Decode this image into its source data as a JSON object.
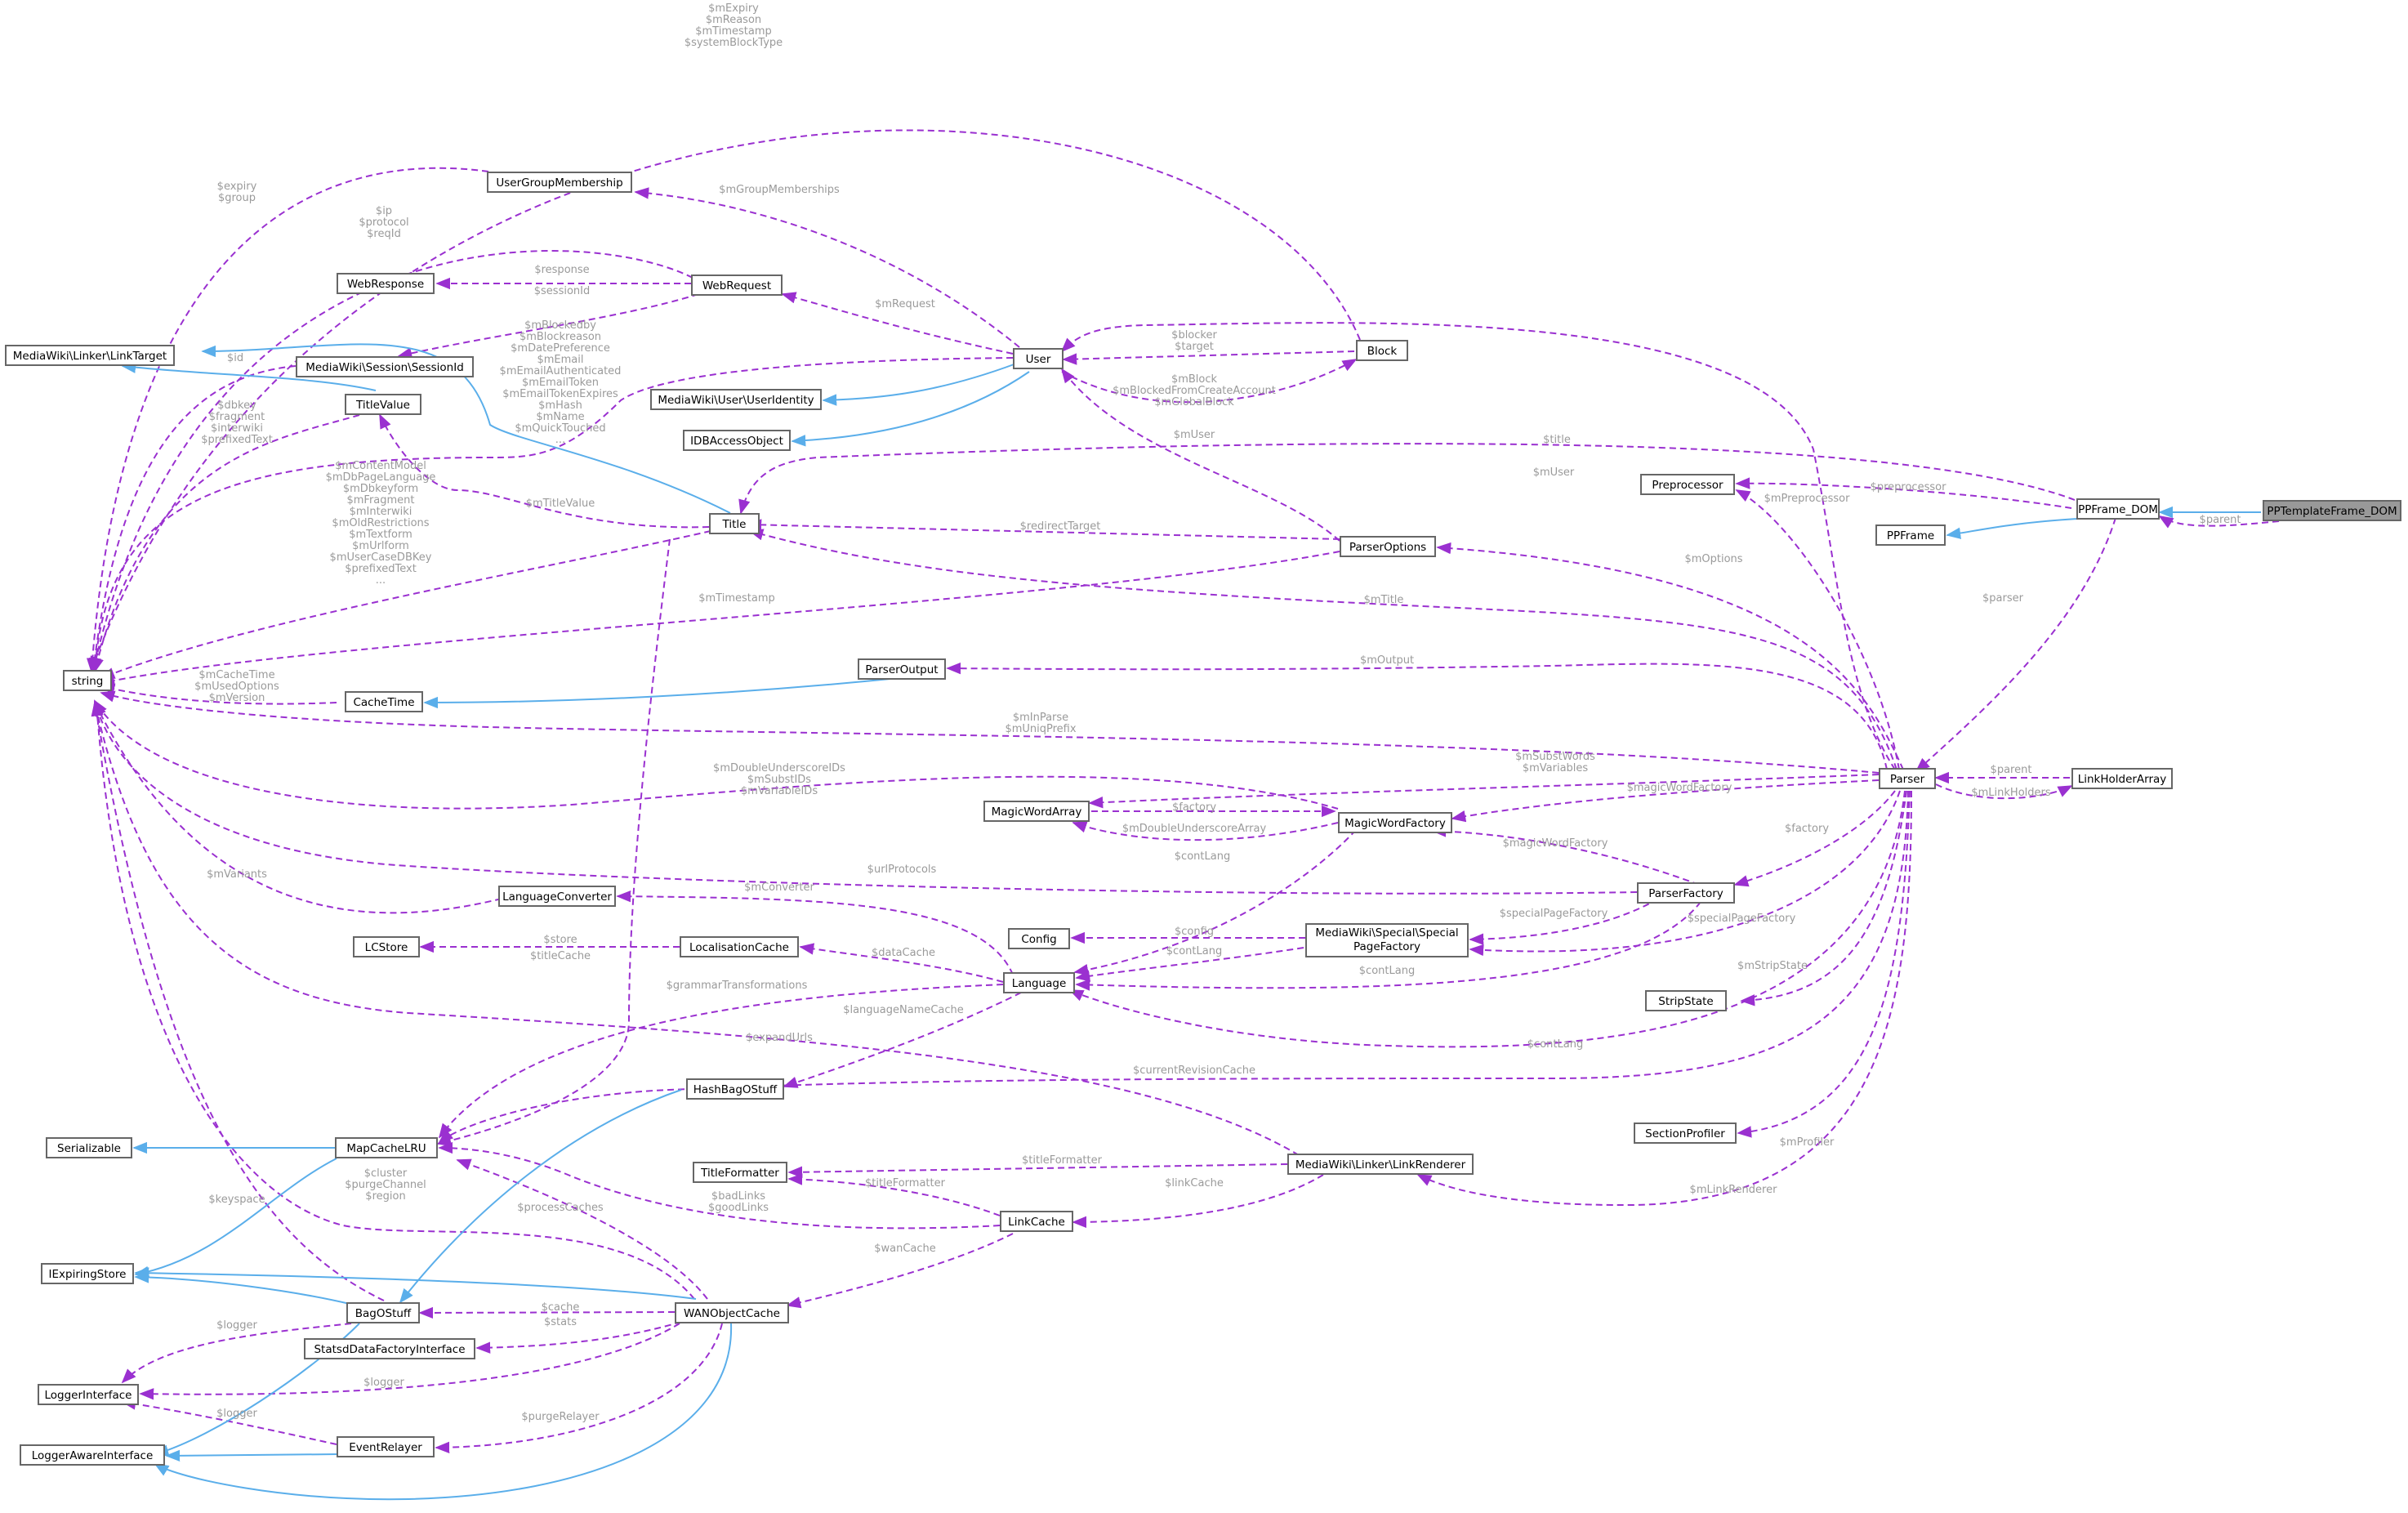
{
  "colors": {
    "dependency_edge": "#9a30d0",
    "inheritance_edge": "#5aaeea",
    "node_border": "#666666",
    "focus_node_fill": "#999999",
    "edge_label": "#9a9a9a"
  },
  "nodes": {
    "string": "string",
    "linktarget": "MediaWiki\\Linker\\LinkTarget",
    "usergroupmembership": "UserGroupMembership",
    "webresponse": "WebResponse",
    "webrequest": "WebRequest",
    "sessionid": "MediaWiki\\Session\\SessionId",
    "titlevalue": "TitleValue",
    "useridentity": "MediaWiki\\User\\UserIdentity",
    "user": "User",
    "block": "Block",
    "idbaccessobject": "IDBAccessObject",
    "title": "Title",
    "parseroptions": "ParserOptions",
    "preprocessor": "Preprocessor",
    "ppframe_dom": "PPFrame_DOM",
    "pptemplateframe_dom": "PPTemplateFrame_DOM",
    "ppframe": "PPFrame",
    "parseroutput": "ParserOutput",
    "cachetime": "CacheTime",
    "parser": "Parser",
    "linkholderarray": "LinkHolderArray",
    "magicwordarray": "MagicWordArray",
    "magicwordfactory": "MagicWordFactory",
    "parserfactory": "ParserFactory",
    "languageconverter": "LanguageConverter",
    "config": "Config",
    "specialpagefactory": "MediaWiki\\Special\\Special\nPageFactory",
    "lcstore": "LCStore",
    "localisationcache": "LocalisationCache",
    "language": "Language",
    "stripstate": "StripState",
    "hashbagostuff": "HashBagOStuff",
    "serializable": "Serializable",
    "mapcachelru": "MapCacheLRU",
    "sectionprofiler": "SectionProfiler",
    "titleformatter": "TitleFormatter",
    "linkrenderer": "MediaWiki\\Linker\\LinkRenderer",
    "linkcache": "LinkCache",
    "iexpiringstore": "IExpiringStore",
    "bagostuff": "BagOStuff",
    "wanobjectcache": "WANObjectCache",
    "statsd": "StatsdDataFactoryInterface",
    "loggerinterface": "LoggerInterface",
    "eventrelayer": "EventRelayer",
    "loggerawareinterface": "LoggerAwareInterface"
  },
  "edge_labels": {
    "block_string": "$mExpiry\n$mReason\n$mTimestamp\n$systemBlockType",
    "ugm_string": "$expiry\n$group",
    "webrequest_string": "$ip\n$protocol\n$reqId",
    "user_ugm": "$mGroupMemberships",
    "webrequest_webresponse": "$response",
    "webrequest_sessionid": "$sessionId",
    "user_webrequest": "$mRequest",
    "block_user": "$blocker\n$target",
    "user_block": "$mBlock\n$mBlockedFromCreateAccount\n$mGlobalBlock",
    "sessionid_string": "$id",
    "user_string": "$mBlockedby\n$mBlockreason\n$mDatePreference\n$mEmail\n$mEmailAuthenticated\n$mEmailToken\n$mEmailTokenExpires\n$mHash\n$mName\n$mQuickTouched\n...",
    "titlevalue_string": "$dbkey\n$fragment\n$interwiki\n$prefixedText",
    "title_string": "$mContentModel\n$mDbPageLanguage\n$mDbkeyform\n$mFragment\n$mInterwiki\n$mOldRestrictions\n$mTextform\n$mUrlform\n$mUserCaseDBKey\n$prefixedText\n...",
    "title_titlevalue": "$mTitleValue",
    "parseroptions_user": "$mUser",
    "parser_user": "$mUser",
    "ppframe_title": "$title",
    "ppframe_preprocessor": "$preprocessor",
    "parser_preprocessor": "$mPreprocessor",
    "pptemplate_ppframe": "$parent",
    "parseroptions_title": "$redirectTarget",
    "parser_parseroptions": "$mOptions",
    "parseroptions_string": "$mTimestamp",
    "parser_title": "$mTitle",
    "ppframe_parser": "$parser",
    "parser_parseroutput": "$mOutput",
    "cachetime_string": "$mCacheTime\n$mUsedOptions\n$mVersion",
    "parser_string": "$mInParse\n$mUniqPrefix",
    "linkholder_parser": "$parent",
    "parser_linkholder": "$mLinkHolders",
    "mwf_string": "$mDoubleUnderscoreIDs\n$mSubstIDs\n$mVariableIDs",
    "parser_mwa": "$mSubstWords\n$mVariables",
    "parser_mwf": "$magicWordFactory",
    "mwf_mwa_factory": "$factory",
    "mwf_mwa_double": "$mDoubleUnderscoreArray",
    "pf_mwf": "$magicWordFactory",
    "parser_pf": "$factory",
    "mwf_language": "$contLang",
    "pf_string": "$urlProtocols",
    "lc_string": "$mVariants",
    "language_lc": "$mConverter",
    "spf_config": "$config",
    "pf_spf": "$specialPageFactory",
    "parser_spf": "$specialPageFactory",
    "spf_language": "$contLang",
    "pf_language": "$contLang",
    "parser_language": "$contLang",
    "loc_lcstore": "$store",
    "language_loc": "$dataCache",
    "title_mapcache": "$titleCache",
    "language_mapcache": "$grammarTransformations",
    "language_hash": "$languageNameCache",
    "linkrenderer_string": "$expandUrls",
    "parser_stripstate": "$mStripState",
    "parser_mapcache": "$currentRevisionCache",
    "parser_sectionprofiler": "$mProfiler",
    "linkrenderer_titleformatter": "$titleFormatter",
    "linkcache_titleformatter": "$titleFormatter",
    "linkrenderer_linkcache": "$linkCache",
    "parser_linkrenderer": "$mLinkRenderer",
    "linkcache_mapcache": "$badLinks\n$goodLinks",
    "wan_string": "$cluster\n$purgeChannel\n$region",
    "wan_mapcache": "$processCaches",
    "bag_string": "$keyspace",
    "linkcache_wan": "$wanCache",
    "wan_bag": "$cache",
    "wan_statsd": "$stats",
    "bag_logger": "$logger",
    "wan_logger": "$logger",
    "eventrelayer_logger": "$logger",
    "wan_eventrelayer": "$purgeRelayer"
  }
}
